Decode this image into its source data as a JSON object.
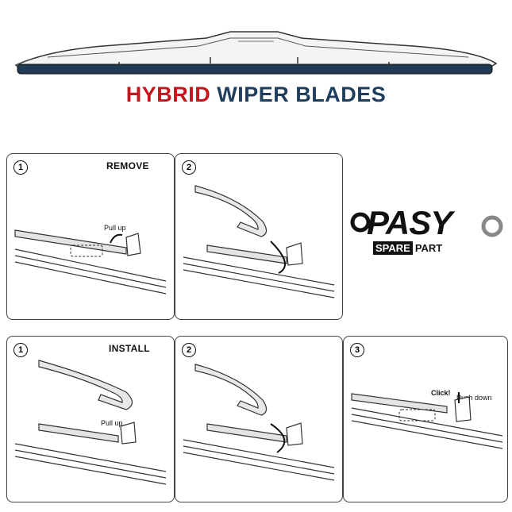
{
  "headline": {
    "part1": "HYBRID",
    "part2": "WIPER BLADES"
  },
  "panels": [
    {
      "step": "1",
      "title": "REMOVE",
      "callouts": [
        "Pull up"
      ]
    },
    {
      "step": "2",
      "title": "",
      "callouts": []
    },
    {
      "step": "1",
      "title": "INSTALL",
      "callouts": [
        "Pull up"
      ]
    },
    {
      "step": "2",
      "title": "",
      "callouts": []
    },
    {
      "step": "3",
      "title": "",
      "callouts": [
        "Click!",
        "Push down"
      ]
    }
  ],
  "logo": {
    "word": "PASY",
    "tag1": "SPARE",
    "tag2": "PART"
  },
  "colors": {
    "red": "#c4161c",
    "navy": "#1f3d5c",
    "blade": "#1f3a52"
  }
}
